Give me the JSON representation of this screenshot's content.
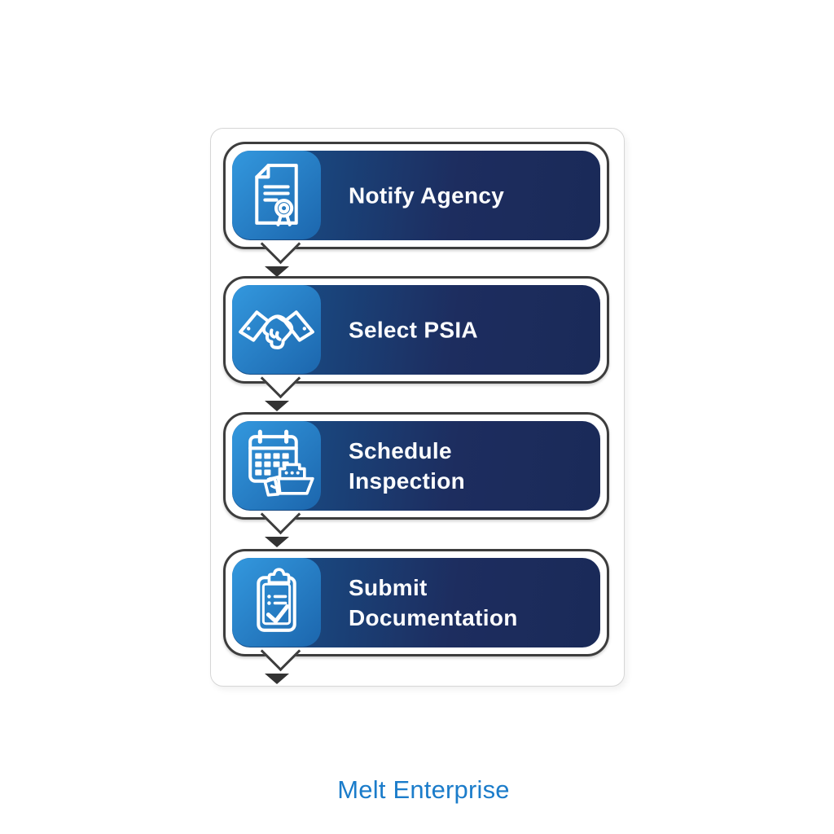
{
  "diagram": {
    "title_hidden": "",
    "steps": [
      {
        "label": "Notify Agency",
        "icon": "certificate-document-icon"
      },
      {
        "label": "Select PSIA",
        "icon": "handshake-icon"
      },
      {
        "label": "Schedule\nInspection",
        "icon": "calendar-ship-icon"
      },
      {
        "label": "Submit Documentation",
        "icon": "clipboard-checklist-icon"
      }
    ],
    "colors": {
      "card_gradient_start": "#175590",
      "card_gradient_end": "#1d2d5f",
      "icon_tile_gradient_start": "#3398de",
      "icon_tile_gradient_end": "#1c66ad",
      "bubble_border": "#3d3d3d",
      "arrow": "#333333",
      "panel_border": "#d6d6d6"
    }
  },
  "footer": {
    "brand": "Melt Enterprise",
    "color": "#1b7cca"
  }
}
